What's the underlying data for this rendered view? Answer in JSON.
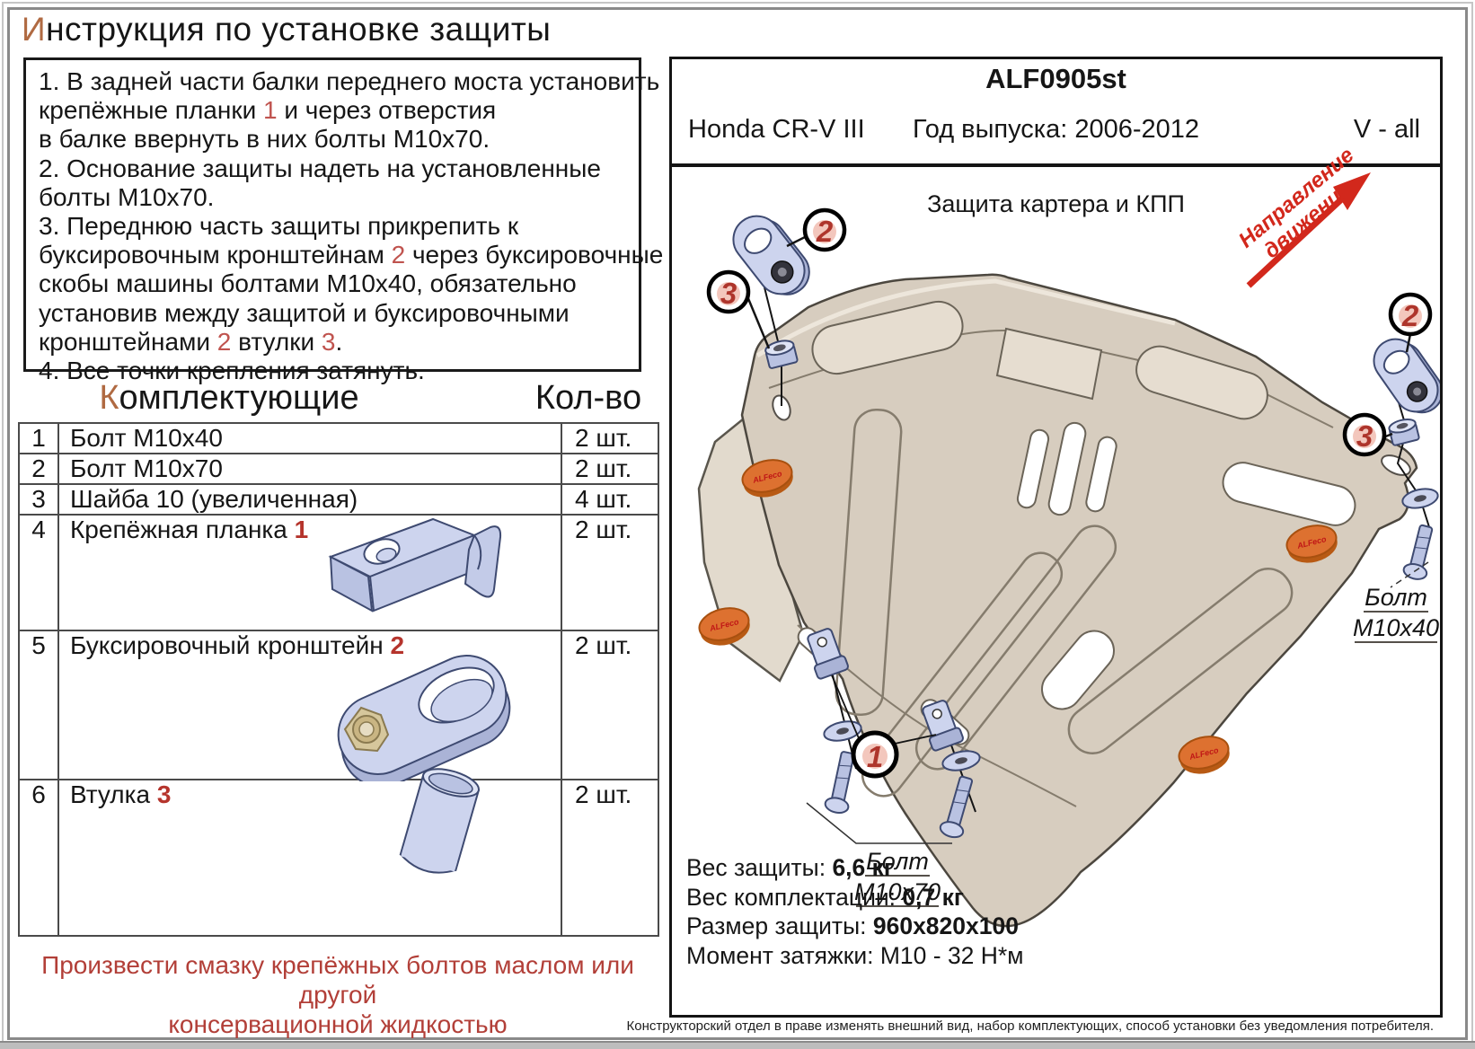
{
  "title": {
    "first_letter": "И",
    "rest": "нструкция по установке защиты"
  },
  "instructions": {
    "lines": [
      [
        {
          "t": "1. В задней части балки переднего моста установить"
        }
      ],
      [
        {
          "t": "крепёжные планки "
        },
        {
          "t": "1",
          "red": true
        },
        {
          "t": " и через отверстия"
        }
      ],
      [
        {
          "t": "в балке ввернуть в них болты М10х70."
        }
      ],
      [
        {
          "t": "2. Основание защиты надеть на установленные"
        }
      ],
      [
        {
          "t": "болты М10х70."
        }
      ],
      [
        {
          "t": "3. Переднюю часть защиты прикрепить к"
        }
      ],
      [
        {
          "t": "буксировочным кронштейнам "
        },
        {
          "t": "2",
          "red": true
        },
        {
          "t": " через буксировочные"
        }
      ],
      [
        {
          "t": "скобы машины болтами М10х40, обязательно"
        }
      ],
      [
        {
          "t": "установив между защитой и буксировочными"
        }
      ],
      [
        {
          "t": "кронштейнами "
        },
        {
          "t": "2",
          "red": true
        },
        {
          "t": " втулки "
        },
        {
          "t": "3",
          "red": true
        },
        {
          "t": "."
        }
      ],
      [
        {
          "t": "4. Все точки крепления затянуть."
        }
      ]
    ]
  },
  "components": {
    "header_first_letter": "К",
    "header_rest": "омплектующие",
    "qty_header": "Кол-во",
    "rows": [
      {
        "num": "1",
        "name": "Болт М10х40",
        "ref": "",
        "qty": "2 шт."
      },
      {
        "num": "2",
        "name": "Болт М10х70",
        "ref": "",
        "qty": "2 шт."
      },
      {
        "num": "3",
        "name": "Шайба 10 (увеличенная)",
        "ref": "",
        "qty": "4 шт."
      },
      {
        "num": "4",
        "name": "Крепёжная планка ",
        "ref": "1",
        "qty": "2 шт."
      },
      {
        "num": "5",
        "name": "Буксировочный кронштейн ",
        "ref": "2",
        "qty": "2 шт."
      },
      {
        "num": "6",
        "name": "Втулка ",
        "ref": "3",
        "qty": "2 шт."
      }
    ]
  },
  "red_note": {
    "line1": "Произвести смазку крепёжных болтов маслом или другой",
    "line2": "консервационной жидкостью"
  },
  "panel": {
    "code": "ALF0905st",
    "model": "Honda CR-V III",
    "year": "Год выпуска: 2006-2012",
    "version": "V - all",
    "subtitle": "Защита картера и КПП"
  },
  "drawing": {
    "direction_line1": "Направление",
    "direction_line2": "движения",
    "callout_1": "1",
    "callout_2": "2",
    "callout_3": "3",
    "bolt40_line1": "Болт",
    "bolt40_line2": "М10х40",
    "bolt70_line1": "Болт",
    "bolt70_line2": "М10х70",
    "cap_label": "ALFeco",
    "accent_red": "#d2281c",
    "plate_color": "#d7cdbf",
    "part_blue": "#cdd4ee",
    "cap_orange": "#dd7130"
  },
  "specs": [
    {
      "label": "Вес защиты: ",
      "value": "6,6 кг"
    },
    {
      "label": "Вес комплектации: ",
      "value": "0,7 кг"
    },
    {
      "label": "Размер защиты: ",
      "value": "960х820х100"
    },
    {
      "label": "Момент затяжки: ",
      "value": "М10 - 32 Н*м"
    }
  ],
  "fine_print": "Конструкторский отдел в праве изменять внешний вид, набор комплектующих, способ установки без уведомления потребителя."
}
